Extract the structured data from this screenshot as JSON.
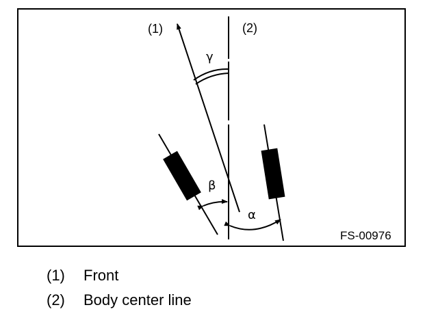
{
  "diagram": {
    "label_front": "(1)",
    "label_center": "(2)",
    "gamma": "γ",
    "beta": "β",
    "alpha": "α",
    "figure_code": "FS-00976",
    "colors": {
      "stroke": "#000000",
      "tire": "#000000",
      "background": "#ffffff"
    }
  },
  "legend": [
    {
      "number": "(1)",
      "text": "Front"
    },
    {
      "number": "(2)",
      "text": "Body center line"
    }
  ]
}
